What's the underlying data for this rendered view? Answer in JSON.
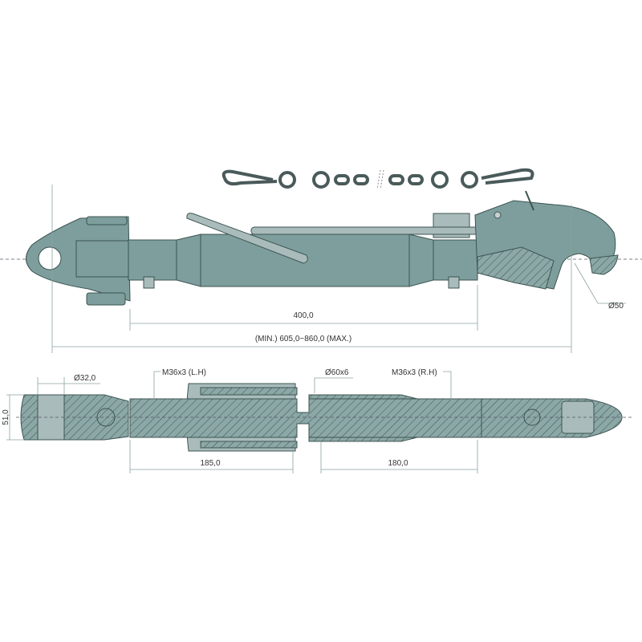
{
  "title": "Top link with hook - dimensional drawing",
  "top_view": {
    "dim_400": "400,0",
    "dim_length": "(MIN.) 605,0~860,0 (MAX.)",
    "dim_hook": "Ø50"
  },
  "section_view": {
    "dim_height": "51,0",
    "dim_hole": "Ø32,0",
    "thread_left": "M36x3 (L.H)",
    "tube": "Ø60x6",
    "thread_right": "M36x3 (R.H)",
    "dim_185": "185,0",
    "dim_180": "180,0"
  },
  "colors": {
    "body": "#7d9e9c",
    "light": "#a9bcbb",
    "outline": "#3c5452",
    "dimension": "#8aa3a0"
  }
}
